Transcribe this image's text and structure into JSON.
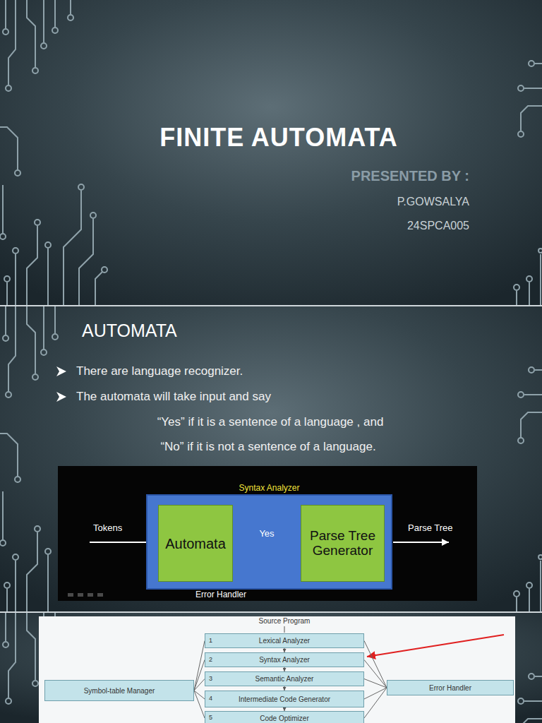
{
  "diagram": {
    "title": "FINITE AUTOMATA",
    "nodes": [
      {
        "text": [
          "Syntax Analyzer"
        ]
      },
      {
        "text": [
          "Automata"
        ],
        "in": 0
      },
      {
        "text": [
          "Parse Tree Generator"
        ],
        "in": 0
      },
      {
        "text": [
          "1",
          "Lexical Analyzer"
        ]
      },
      {
        "text": [
          "2",
          "Syntax Analyzer"
        ]
      },
      {
        "text": [
          "3",
          "Semantic Analyzer"
        ]
      },
      {
        "text": [
          "Symbol-table Manager"
        ]
      },
      {
        "text": [
          "Error Handler"
        ]
      },
      {
        "text": [
          "4",
          "Intermediate Code Generator"
        ]
      },
      {
        "text": [
          "5",
          "Code Optimizer"
        ]
      }
    ],
    "edges": [
      {
        "from": 1,
        "to": 2,
        "arrow": "to",
        "label": "Yes"
      },
      {
        "from": 3,
        "to": 4,
        "arrow": "to"
      },
      {
        "from": 4,
        "to": 5,
        "arrow": "to"
      },
      {
        "from": 5,
        "to": 8,
        "arrow": "to"
      },
      {
        "from": 8,
        "to": 9,
        "arrow": "to"
      },
      {
        "from": 6,
        "to": 3,
        "arrow": "none"
      },
      {
        "from": 6,
        "to": 4,
        "arrow": "none"
      },
      {
        "from": 6,
        "to": 5,
        "arrow": "none"
      },
      {
        "from": 6,
        "to": 8,
        "arrow": "none"
      },
      {
        "from": 6,
        "to": 9,
        "arrow": "none"
      },
      {
        "from": 7,
        "to": 3,
        "arrow": "none"
      },
      {
        "from": 7,
        "to": 4,
        "arrow": "none"
      },
      {
        "from": 7,
        "to": 5,
        "arrow": "none"
      },
      {
        "from": 7,
        "to": 8,
        "arrow": "none"
      },
      {
        "from": 7,
        "to": 9,
        "arrow": "none"
      }
    ],
    "labels": [
      "PRESENTED BY :",
      "P.GOWSALYA",
      "24SPCA005",
      "AUTOMATA",
      "There are language recognizer.",
      "The automata will take input and say",
      "“Yes” if it is a sentence of a language , and",
      "“No” if it is not a sentence of a language.",
      "Tokens",
      "Parse Tree",
      "Error Handler",
      "Source Program"
    ]
  }
}
